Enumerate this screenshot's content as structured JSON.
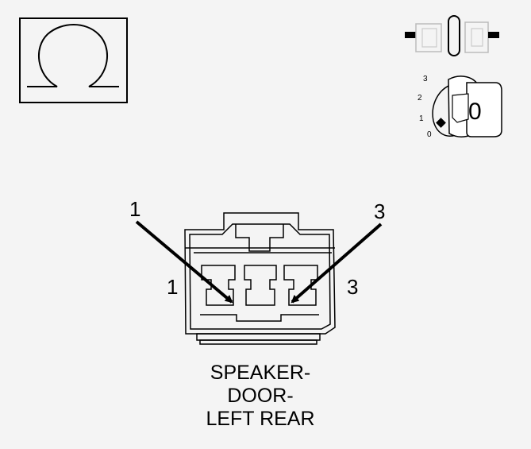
{
  "diagram": {
    "caption_lines": [
      "SPEAKER-",
      "DOOR-",
      "LEFT REAR"
    ],
    "callouts": {
      "pin_a": "1",
      "pin_b": "3"
    },
    "pin_labels": {
      "left": "1",
      "right": "3"
    },
    "ignition_key": {
      "positions": [
        "3",
        "2",
        "1",
        "0"
      ],
      "current_position": "0"
    },
    "icons": [
      "ohm-meter-icon",
      "connector-disconnect-icon",
      "ignition-key-icon"
    ],
    "colors": {
      "line": "#000000",
      "background": "#f4f4f4",
      "key_fill": "#ffffff"
    }
  }
}
